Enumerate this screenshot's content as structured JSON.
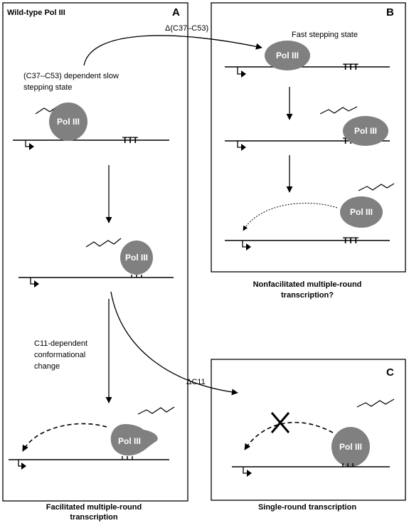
{
  "panel_a": {
    "title": "Wild-type Pol III",
    "letter": "A",
    "slow_state_line1": "(C37–C53) dependent slow",
    "slow_state_line2": "stepping state",
    "c11_line1": "C11-dependent",
    "c11_line2": "conformational",
    "c11_line3": "change",
    "caption_line1": "Facilitated multiple-round",
    "caption_line2": "transcription"
  },
  "panel_b": {
    "letter": "B",
    "deletion_label": "Δ(C37–C53)",
    "fast_state": "Fast stepping state",
    "caption_line1": "Nonfacilitated multiple-round",
    "caption_line2": "transcription?"
  },
  "panel_c": {
    "letter": "C",
    "deletion_label": "ΔC11",
    "caption": "Single-round transcription"
  },
  "labels": {
    "polymerase": "Pol III",
    "terminator": "TTT"
  },
  "colors": {
    "polymerase_fill": "#808080",
    "polymerase_text": "#ffffff",
    "line": "#000000"
  }
}
